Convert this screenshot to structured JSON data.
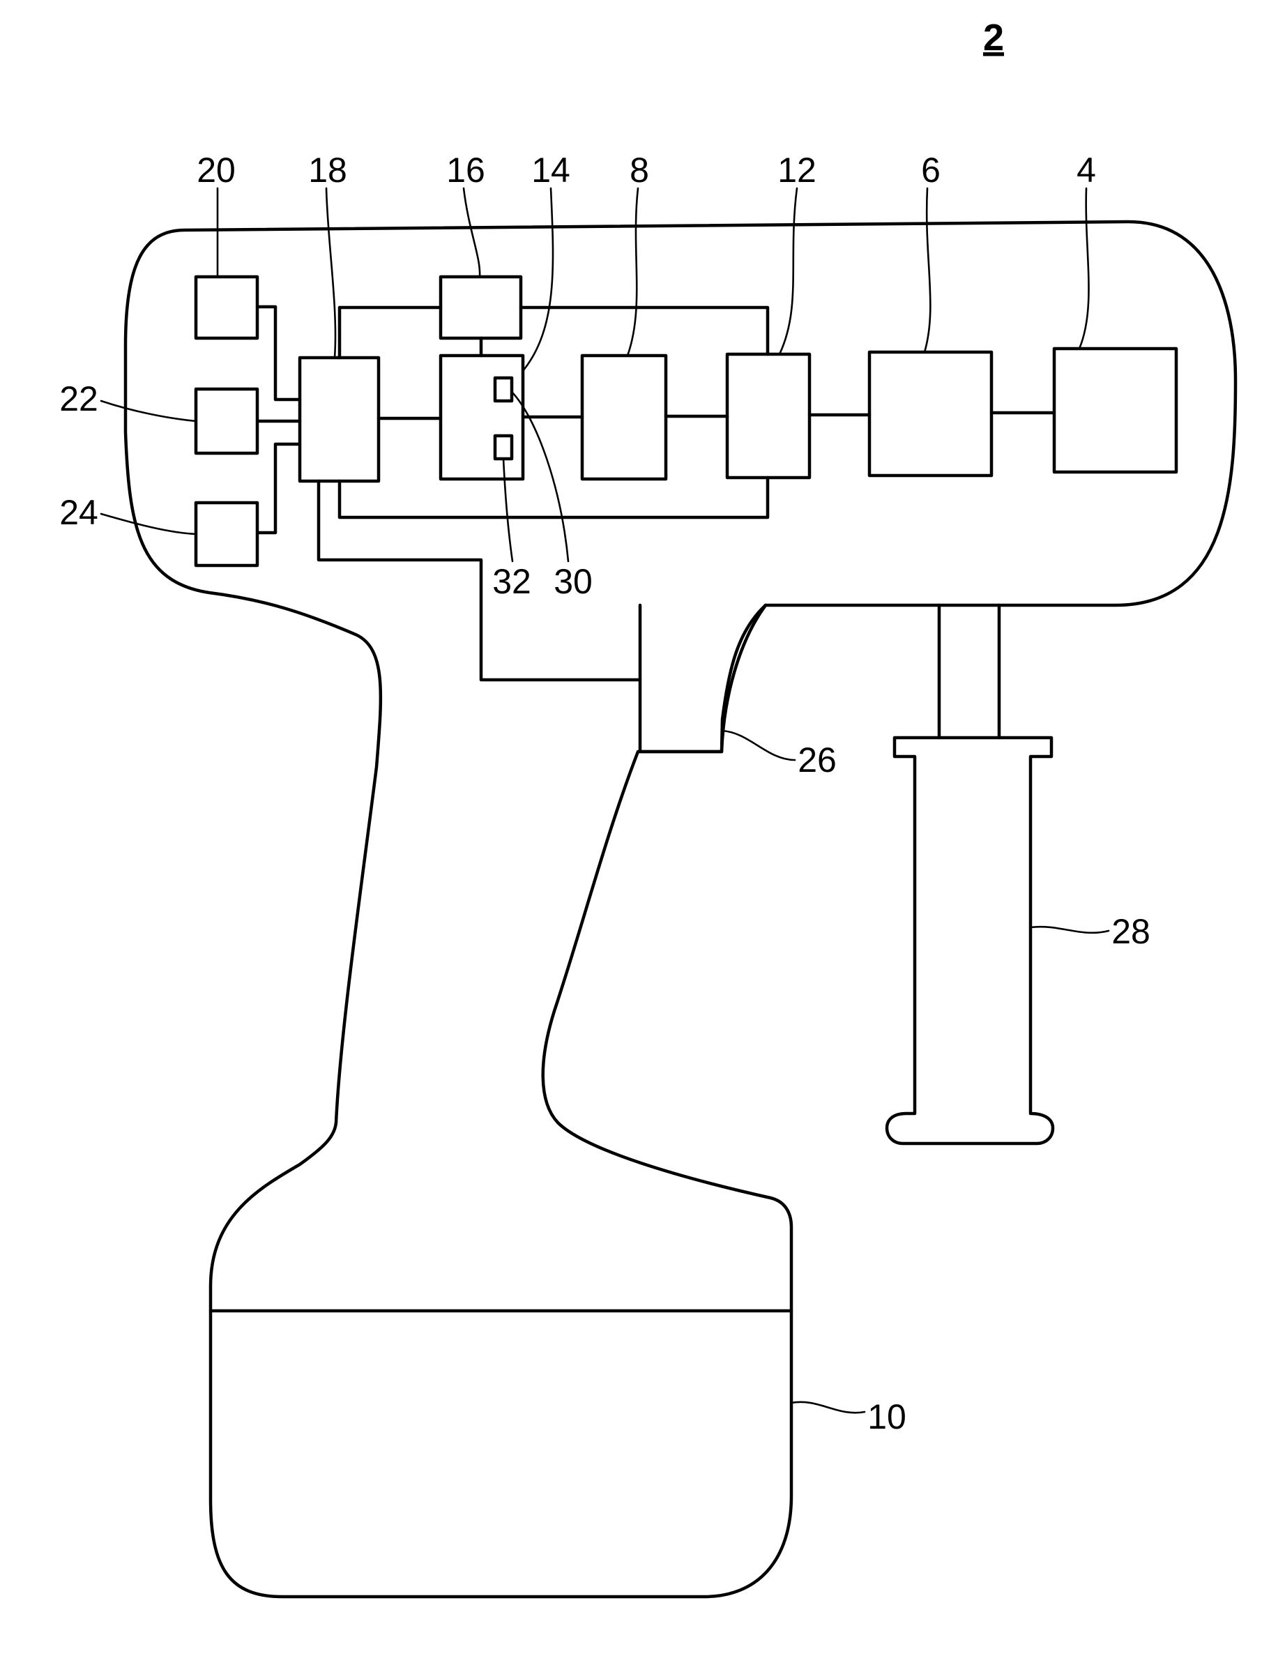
{
  "figure": {
    "number": "2"
  },
  "labels": {
    "l2": "2",
    "l4": "4",
    "l6": "6",
    "l8": "8",
    "l10": "10",
    "l12": "12",
    "l14": "14",
    "l16": "16",
    "l18": "18",
    "l20": "20",
    "l22": "22",
    "l24": "24",
    "l26": "26",
    "l28": "28",
    "l30": "30",
    "l32": "32"
  },
  "colors": {
    "stroke": "#000000",
    "background": "#ffffff"
  }
}
